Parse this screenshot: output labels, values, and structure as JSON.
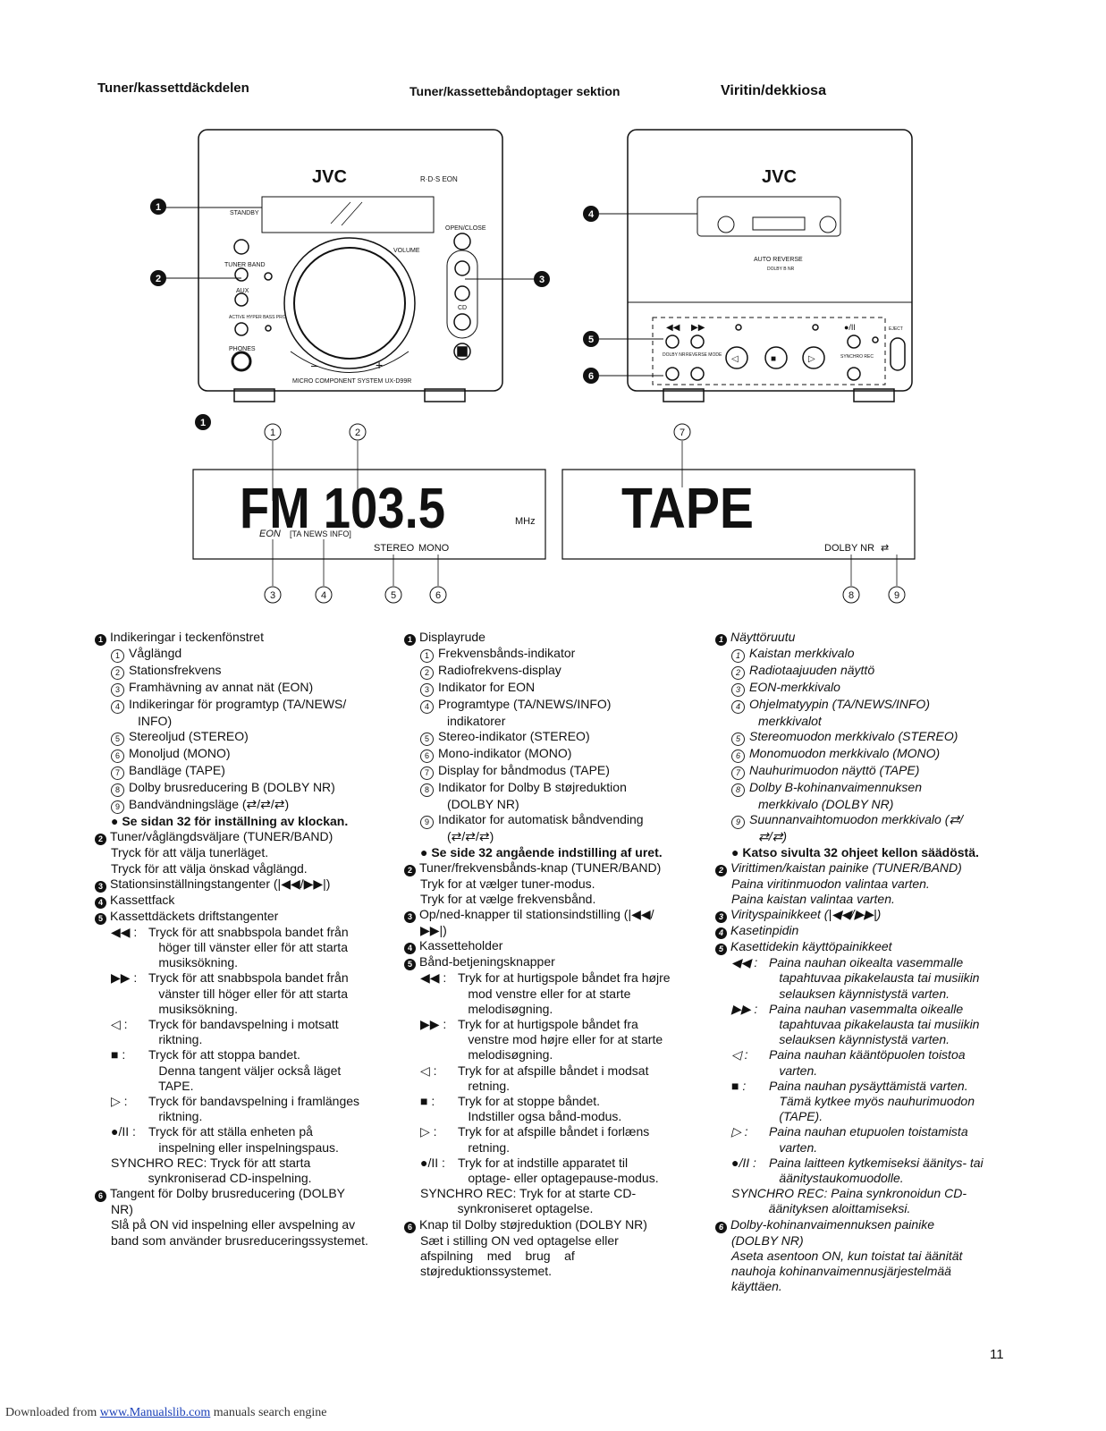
{
  "headings": {
    "sv": "Tuner/kassettdäckdelen",
    "da": "Tuner/kassettebåndoptager sektion",
    "fi": "Viritin/dekkiosa"
  },
  "diagram": {
    "brand": "JVC",
    "rds": "R·D·S EON",
    "standby": "STANDBY",
    "tuner_band": "TUNER BAND",
    "aux": "AUX",
    "active_hyper": "ACTIVE HYPER BASS PRO",
    "phones": "PHONES",
    "open_close": "OPEN/CLOSE",
    "volume": "VOLUME",
    "cd": "CD",
    "minus": "–",
    "plus": "+",
    "model": "MICRO COMPONENT SYSTEM UX-D99R",
    "auto_reverse": "AUTO REVERSE",
    "dolby_b_nr": "DOLBY B NR",
    "dolby_nr_btn": "DOLBY NR",
    "reverse_mode": "REVERSE MODE",
    "synchro_rec": "SYNCHRO REC",
    "eject": "EJECT",
    "fm_display": "FM 103.5",
    "mhz": "MHz",
    "eon": "EON",
    "ta_news_info": "[TA NEWS INFO]",
    "stereo": "STEREO",
    "mono": "MONO",
    "tape_display": "TAPE",
    "dolby_nr_ind": "DOLBY NR",
    "callouts": [
      "1",
      "2",
      "3",
      "4",
      "5",
      "6"
    ],
    "subcallouts": [
      "1",
      "2",
      "3",
      "4",
      "5",
      "6",
      "7",
      "8",
      "9"
    ]
  },
  "sv": [
    {
      "cls": "h",
      "n": "1",
      "t": "Indikeringar i teckenfönstret"
    },
    {
      "cls": "i1",
      "c": "1",
      "t": "Våglängd"
    },
    {
      "cls": "i1",
      "c": "2",
      "t": "Stationsfrekvens"
    },
    {
      "cls": "i1",
      "c": "3",
      "t": "Framhävning av annat nät (EON)"
    },
    {
      "cls": "i1",
      "c": "4",
      "t": "Indikeringar för programtyp (TA/NEWS/"
    },
    {
      "cls": "i3",
      "t": "INFO)"
    },
    {
      "cls": "i1",
      "c": "5",
      "t": "Stereoljud (STEREO)"
    },
    {
      "cls": "i1",
      "c": "6",
      "t": "Monoljud (MONO)"
    },
    {
      "cls": "i1",
      "c": "7",
      "t": "Bandläge (TAPE)"
    },
    {
      "cls": "i1",
      "c": "8",
      "t": "Dolby brusreducering B (DOLBY NR)"
    },
    {
      "cls": "i1",
      "c": "9",
      "t": "Bandvändningsläge (⇄/⇄/⇄)"
    },
    {
      "cls": "i1 bold",
      "t": "● Se sidan 32 för inställning av klockan."
    },
    {
      "cls": "h",
      "n": "2",
      "t": "Tuner/våglängdsväljare (TUNER/BAND)"
    },
    {
      "cls": "i1",
      "t": "Tryck för att välja tunerläget."
    },
    {
      "cls": "i1",
      "t": "Tryck för att välja önskad våglängd."
    },
    {
      "cls": "h",
      "n": "3",
      "t": "Stationsinställningstangenter (|◀◀/▶▶|)"
    },
    {
      "cls": "h",
      "n": "4",
      "t": "Kassettfack"
    },
    {
      "cls": "h",
      "n": "5",
      "t": "Kassettdäckets driftstangenter"
    },
    {
      "cls": "i1",
      "s": "◀◀ :",
      "t": "Tryck för att snabbspola bandet från"
    },
    {
      "cls": "i3",
      "t": "      höger till vänster eller för att starta"
    },
    {
      "cls": "i3",
      "t": "      musiksökning."
    },
    {
      "cls": "i1",
      "s": "▶▶ :",
      "t": "Tryck för att snabbspola bandet från"
    },
    {
      "cls": "i3",
      "t": "      vänster till höger eller för att starta"
    },
    {
      "cls": "i3",
      "t": "      musiksökning."
    },
    {
      "cls": "i1",
      "s": "◁ :",
      "t": "Tryck för bandavspelning i motsatt"
    },
    {
      "cls": "i3",
      "t": "      riktning."
    },
    {
      "cls": "i1",
      "s": "■ :",
      "t": "Tryck för att stoppa bandet."
    },
    {
      "cls": "i3",
      "t": "      Denna tangent väljer också läget"
    },
    {
      "cls": "i3",
      "t": "      TAPE."
    },
    {
      "cls": "i1",
      "s": "▷ :",
      "t": "Tryck för bandavspelning i framlänges"
    },
    {
      "cls": "i3",
      "t": "      riktning."
    },
    {
      "cls": "i1",
      "s": "●/II :",
      "t": "Tryck för att ställa enheten på"
    },
    {
      "cls": "i3",
      "t": "      inspelning eller inspelningspaus."
    },
    {
      "cls": "i1",
      "t": "SYNCHRO REC: Tryck för att starta"
    },
    {
      "cls": "i3",
      "t": "   synkroniserad CD-inspelning."
    },
    {
      "cls": "h",
      "n": "6",
      "t": "Tangent för Dolby brusreducering (DOLBY"
    },
    {
      "cls": "i1",
      "t": "NR)"
    },
    {
      "cls": "i1",
      "t": "Slå på ON vid inspelning eller avspelning av"
    },
    {
      "cls": "i1",
      "t": "band som använder brusreduceringssystemet."
    }
  ],
  "da": [
    {
      "cls": "h",
      "n": "1",
      "t": "Displayrude"
    },
    {
      "cls": "i1",
      "c": "1",
      "t": "Frekvensbånds-indikator"
    },
    {
      "cls": "i1",
      "c": "2",
      "t": "Radiofrekvens-display"
    },
    {
      "cls": "i1",
      "c": "3",
      "t": "Indikator for EON"
    },
    {
      "cls": "i1",
      "c": "4",
      "t": "Programtype (TA/NEWS/INFO)"
    },
    {
      "cls": "i3",
      "t": "indikatorer"
    },
    {
      "cls": "i1",
      "c": "5",
      "t": "Stereo-indikator (STEREO)"
    },
    {
      "cls": "i1",
      "c": "6",
      "t": "Mono-indikator (MONO)"
    },
    {
      "cls": "i1",
      "c": "7",
      "t": "Display for båndmodus (TAPE)"
    },
    {
      "cls": "i1",
      "c": "8",
      "t": "Indikator for Dolby B støjreduktion"
    },
    {
      "cls": "i3",
      "t": "(DOLBY NR)"
    },
    {
      "cls": "i1",
      "c": "9",
      "t": "Indikator for automatisk båndvending"
    },
    {
      "cls": "i3",
      "t": "(⇄/⇄/⇄)"
    },
    {
      "cls": "i1 bold",
      "t": "● Se side 32 angående indstilling af uret."
    },
    {
      "cls": "h",
      "n": "2",
      "t": "Tuner/frekvensbånds-knap (TUNER/BAND)"
    },
    {
      "cls": "i1",
      "t": "Tryk for at vælger tuner-modus."
    },
    {
      "cls": "i1",
      "t": "Tryk for at vælge frekvensbånd."
    },
    {
      "cls": "h",
      "n": "3",
      "t": "Op/ned-knapper til stationsindstilling (|◀◀/"
    },
    {
      "cls": "i1",
      "t": "▶▶|)"
    },
    {
      "cls": "h",
      "n": "4",
      "t": "Kassetteholder"
    },
    {
      "cls": "h",
      "n": "5",
      "t": "Bånd-betjeningsknapper"
    },
    {
      "cls": "i1",
      "s": "◀◀ :",
      "t": "Tryk for at hurtigspole båndet fra højre"
    },
    {
      "cls": "i3",
      "t": "      mod venstre eller for at starte"
    },
    {
      "cls": "i3",
      "t": "      melodisøgning."
    },
    {
      "cls": "i1",
      "s": "▶▶ :",
      "t": "Tryk for at hurtigspole båndet fra"
    },
    {
      "cls": "i3",
      "t": "      venstre mod højre eller for at starte"
    },
    {
      "cls": "i3",
      "t": "      melodisøgning."
    },
    {
      "cls": "i1",
      "s": "◁ :",
      "t": "Tryk for at afspille båndet i modsat"
    },
    {
      "cls": "i3",
      "t": "      retning."
    },
    {
      "cls": "i1",
      "s": "■ :",
      "t": "Tryk for at stoppe båndet."
    },
    {
      "cls": "i3",
      "t": "      Indstiller ogsa bånd-modus."
    },
    {
      "cls": "i1",
      "s": "▷ :",
      "t": "Tryk for at afspille båndet i forlæns"
    },
    {
      "cls": "i3",
      "t": "      retning."
    },
    {
      "cls": "i1",
      "s": "●/II :",
      "t": "Tryk for at indstille apparatet til"
    },
    {
      "cls": "i3",
      "t": "      optage- eller optagepause-modus."
    },
    {
      "cls": "i1",
      "t": "SYNCHRO REC: Tryk for at starte CD-"
    },
    {
      "cls": "i3",
      "t": "   synkroniseret optagelse."
    },
    {
      "cls": "h",
      "n": "6",
      "t": "Knap til Dolby støjreduktion (DOLBY NR)"
    },
    {
      "cls": "i1",
      "t": "Sæt i stilling ON ved optagelse eller"
    },
    {
      "cls": "i1",
      "t": "afspilning    med    brug    af"
    },
    {
      "cls": "i1",
      "t": "støjreduktionssystemet."
    }
  ],
  "fi": [
    {
      "cls": "h it",
      "n": "1",
      "t": "Näyttöruutu"
    },
    {
      "cls": "i1 it",
      "c": "1",
      "t": "Kaistan merkkivalo"
    },
    {
      "cls": "i1 it",
      "c": "2",
      "t": "Radiotaajuuden näyttö"
    },
    {
      "cls": "i1 it",
      "c": "3",
      "t": "EON-merkkivalo"
    },
    {
      "cls": "i1 it",
      "c": "4",
      "t": "Ohjelmatyypin (TA/NEWS/INFO)"
    },
    {
      "cls": "i3 it",
      "t": "merkkivalot"
    },
    {
      "cls": "i1 it",
      "c": "5",
      "t": "Stereomuodon merkkivalo (STEREO)"
    },
    {
      "cls": "i1 it",
      "c": "6",
      "t": "Monomuodon merkkivalo (MONO)"
    },
    {
      "cls": "i1 it",
      "c": "7",
      "t": "Nauhurimuodon näyttö (TAPE)"
    },
    {
      "cls": "i1 it",
      "c": "8",
      "t": "Dolby B-kohinanvaimennuksen"
    },
    {
      "cls": "i3 it",
      "t": "merkkivalo (DOLBY NR)"
    },
    {
      "cls": "i1 it",
      "c": "9",
      "t": "Suunnanvaihtomuodon merkkivalo (⇄/"
    },
    {
      "cls": "i3 it",
      "t": "⇄/⇄)"
    },
    {
      "cls": "i1 bold",
      "t": "● Katso sivulta 32 ohjeet kellon säädöstä."
    },
    {
      "cls": "h it",
      "n": "2",
      "t": "Virittimen/kaistan painike (TUNER/BAND)"
    },
    {
      "cls": "i1 it",
      "t": "Paina viritinmuodon valintaa varten."
    },
    {
      "cls": "i1 it",
      "t": "Paina kaistan valintaa varten."
    },
    {
      "cls": "h it",
      "n": "3",
      "t": "Virityspainikkeet (|◀◀/▶▶|)"
    },
    {
      "cls": "h it",
      "n": "4",
      "t": "Kasetinpidin"
    },
    {
      "cls": "h it",
      "n": "5",
      "t": "Kasettidekin käyttöpainikkeet"
    },
    {
      "cls": "i1 it",
      "s": "◀◀ :",
      "t": "Paina nauhan oikealta vasemmalle"
    },
    {
      "cls": "i3 it",
      "t": "      tapahtuvaa pikakelausta tai musiikin"
    },
    {
      "cls": "i3 it",
      "t": "      selauksen käynnistystä varten."
    },
    {
      "cls": "i1 it",
      "s": "▶▶ :",
      "t": "Paina nauhan vasemmalta oikealle"
    },
    {
      "cls": "i3 it",
      "t": "      tapahtuvaa pikakelausta tai musiikin"
    },
    {
      "cls": "i3 it",
      "t": "      selauksen käynnistystä varten."
    },
    {
      "cls": "i1 it",
      "s": "◁ :",
      "t": "Paina nauhan kääntöpuolen toistoa"
    },
    {
      "cls": "i3 it",
      "t": "      varten."
    },
    {
      "cls": "i1 it",
      "s": "■ :",
      "t": "Paina nauhan pysäyttämistä varten."
    },
    {
      "cls": "i3 it",
      "t": "      Tämä kytkee myös nauhurimuodon"
    },
    {
      "cls": "i3 it",
      "t": "      (TAPE)."
    },
    {
      "cls": "i1 it",
      "s": "▷ :",
      "t": "Paina nauhan etupuolen toistamista"
    },
    {
      "cls": "i3 it",
      "t": "      varten."
    },
    {
      "cls": "i1 it",
      "s": "●/II :",
      "t": "Paina laitteen kytkemiseksi äänitys- tai"
    },
    {
      "cls": "i3 it",
      "t": "      äänitystaukomuodolle."
    },
    {
      "cls": "i1 it",
      "t": "SYNCHRO REC: Paina synkronoidun CD-"
    },
    {
      "cls": "i3 it",
      "t": "   äänityksen aloittamiseksi."
    },
    {
      "cls": "h it",
      "n": "6",
      "t": "Dolby-kohinanvaimennuksen painike"
    },
    {
      "cls": "i1 it",
      "t": "(DOLBY NR)"
    },
    {
      "cls": "i1 it",
      "t": "Aseta asentoon ON, kun toistat tai äänität"
    },
    {
      "cls": "i1 it",
      "t": "nauhoja kohinanvaimennusjärjestelmää"
    },
    {
      "cls": "i1 it",
      "t": "käyttäen."
    }
  ],
  "page_number": "11",
  "footer": {
    "prefix": "Downloaded from ",
    "link": "www.Manualslib.com",
    "suffix": " manuals search engine"
  }
}
